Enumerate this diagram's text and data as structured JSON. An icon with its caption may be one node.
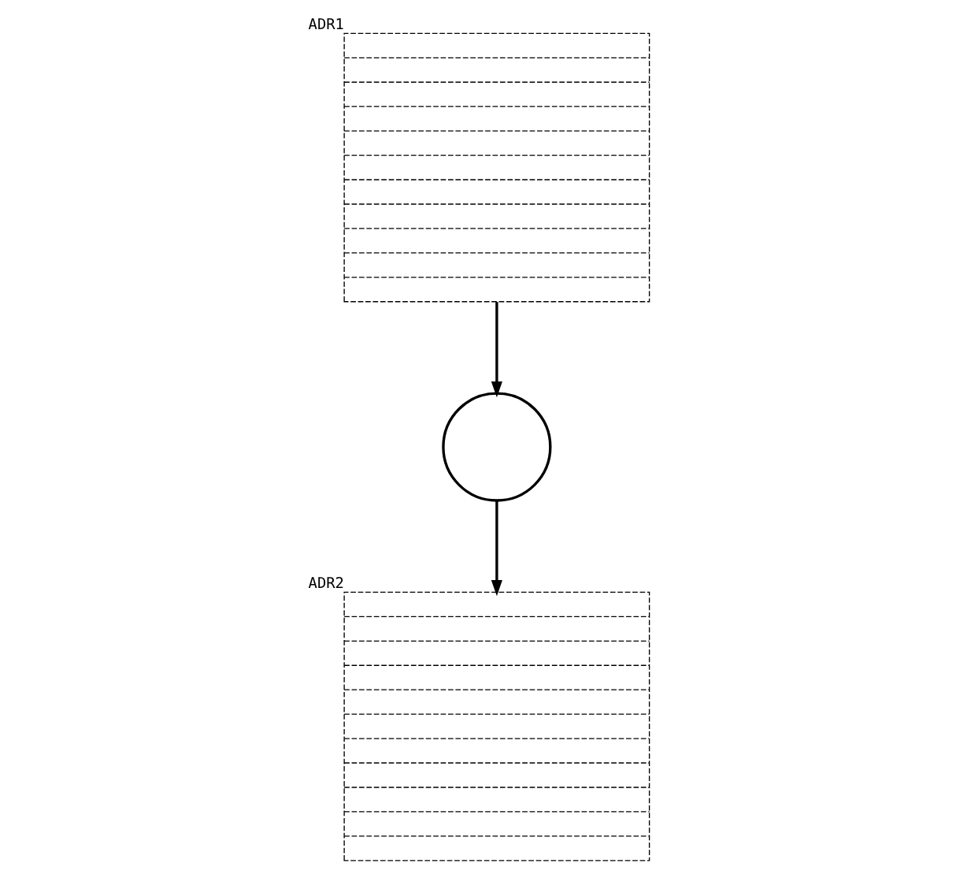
{
  "diagram": {
    "nodes": [
      {
        "text": [],
        "shape": "bar",
        "beside": [
          "ADR1"
        ]
      },
      {
        "text": [],
        "shape": "circle"
      },
      {
        "text": [],
        "shape": "bar",
        "beside": [
          "ADR2"
        ]
      }
    ],
    "edges": [
      {
        "from": 0,
        "to": 1,
        "arrow": "to"
      },
      {
        "from": 1,
        "to": 2,
        "arrow": "to"
      }
    ]
  }
}
